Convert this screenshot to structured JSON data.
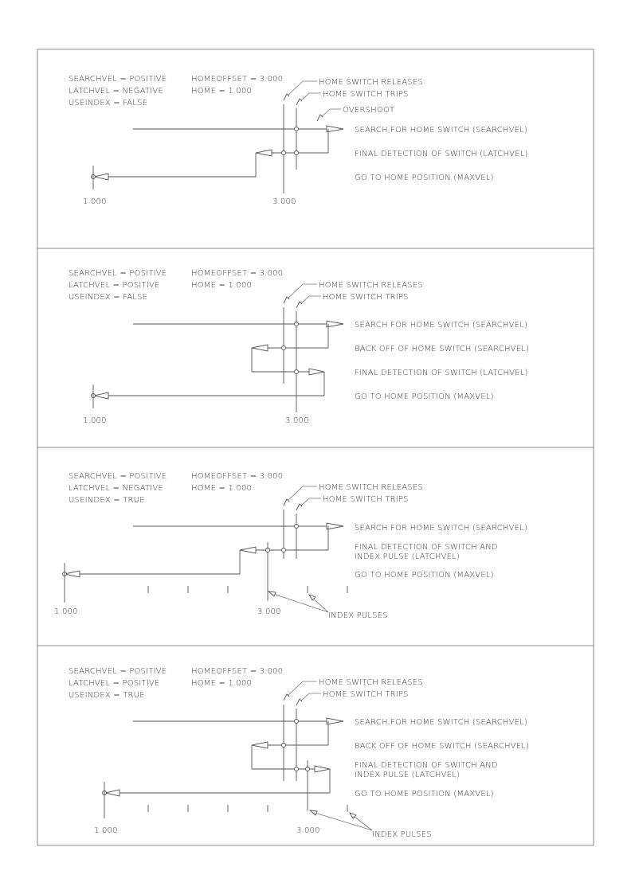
{
  "panels": [
    {
      "params": [
        "SEARCHVEL = POSITIVE",
        "LATCHVEL = NEGATIVE",
        "USEINDEX = FALSE"
      ],
      "offsets": [
        "HOMEOFFSET = 3.000",
        "HOME = 1.000"
      ],
      "callouts": [
        "HOME SWITCH RELEASES",
        "HOME SWITCH TRIPS",
        "OVERSHOOT"
      ],
      "moves": [
        "SEARCH FOR HOME SWITCH (SEARCHVEL)",
        "FINAL DETECTION OF SWITCH (LATCHVEL)",
        "GO TO HOME POSITION (MAXVEL)"
      ],
      "axis_labels": [
        "1.000",
        "3.000"
      ]
    },
    {
      "params": [
        "SEARCHVEL = POSITIVE",
        "LATCHVEL = POSITIVE",
        "USEINDEX = FALSE"
      ],
      "offsets": [
        "HOMEOFFSET = 3.000",
        "HOME = 1.000"
      ],
      "callouts": [
        "HOME SWITCH RELEASES",
        "HOME SWITCH TRIPS"
      ],
      "moves": [
        "SEARCH FOR HOME SWITCH (SEARCHVEL)",
        "BACK OFF OF HOME SWITCH (SEARCHVEL)",
        "FINAL DETECTION OF SWITCH (LATCHVEL)",
        "GO TO HOME POSITION (MAXVEL)"
      ],
      "axis_labels": [
        "1.000",
        "3.000"
      ]
    },
    {
      "params": [
        "SEARCHVEL = POSITIVE",
        "LATCHVEL = NEGATIVE",
        "USEINDEX = TRUE"
      ],
      "offsets": [
        "HOMEOFFSET = 3.000",
        "HOME = 1.000"
      ],
      "callouts": [
        "HOME SWITCH RELEASES",
        "HOME SWITCH TRIPS"
      ],
      "moves": [
        "SEARCH FOR HOME SWITCH (SEARCHVEL)",
        "FINAL DETECTION OF SWITCH AND",
        "INDEX PULSE (LATCHVEL)",
        "GO TO HOME POSITION (MAXVEL)"
      ],
      "axis_labels": [
        "1.000",
        "3.000"
      ],
      "index_label": "INDEX PULSES"
    },
    {
      "params": [
        "SEARCHVEL = POSITIVE",
        "LATCHVEL = POSITIVE",
        "USEINDEX = TRUE"
      ],
      "offsets": [
        "HOMEOFFSET = 3.000",
        "HOME = 1.000"
      ],
      "callouts": [
        "HOME SWITCH RELEASES",
        "HOME SWITCH TRIPS"
      ],
      "moves": [
        "SEARCH FOR HOME SWITCH (SEARCHVEL)",
        "BACK OFF OF HOME SWITCH (SEARCHVEL)",
        "FINAL DETECTION OF SWITCH AND",
        "INDEX PULSE (LATCHVEL)",
        "GO TO HOME POSITION (MAXVEL)"
      ],
      "axis_labels": [
        "1.000",
        "3.000"
      ],
      "index_label": "INDEX PULSES"
    }
  ]
}
